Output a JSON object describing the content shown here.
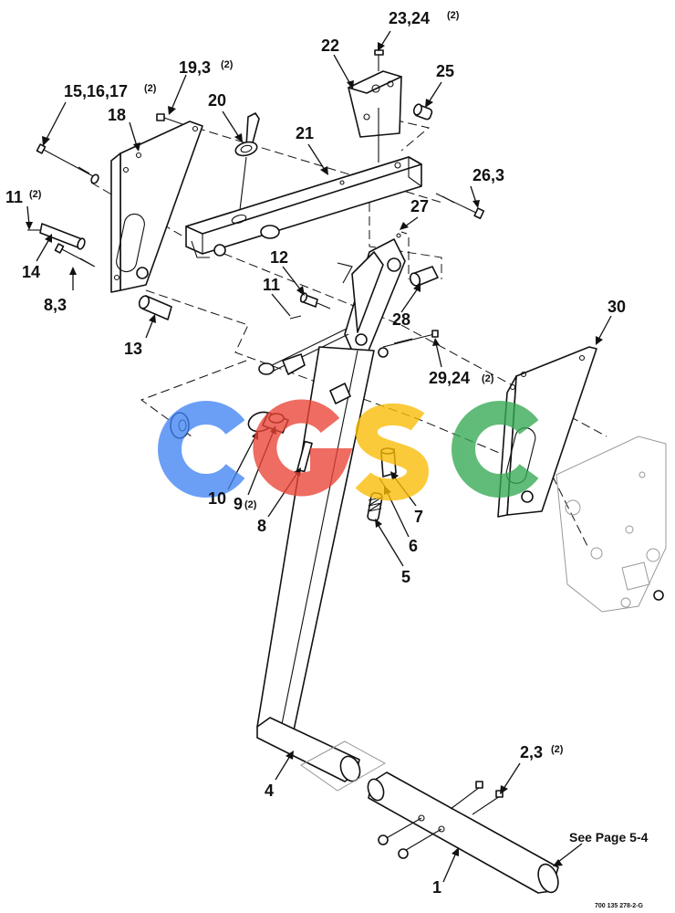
{
  "labels": {
    "l_23_24": "23,24",
    "l_22": "22",
    "l_25": "25",
    "l_19_3": "19,3",
    "l_15_16_17": "15,16,17",
    "l_18": "18",
    "l_20": "20",
    "l_21": "21",
    "l_26_3": "26,3",
    "l_27": "27",
    "l_11_a": "11",
    "l_14": "14",
    "l_8_3": "8,3",
    "l_13": "13",
    "l_12": "12",
    "l_11_b": "11",
    "l_28": "28",
    "l_30": "30",
    "l_29_24": "29,24",
    "l_10": "10",
    "l_9": "9",
    "l_8": "8",
    "l_7": "7",
    "l_6": "6",
    "l_5": "5",
    "l_4": "4",
    "l_2_3": "2,3",
    "l_1": "1",
    "qty_2": "(2)"
  },
  "see_page": "See Page 5-4",
  "part_number": "700 135 278-2-G",
  "watermark": "CGSC",
  "colors": {
    "watermark_c1": "#4285F4",
    "watermark_g": "#EA4335",
    "watermark_s": "#FBBC05",
    "watermark_c2": "#34A853"
  }
}
